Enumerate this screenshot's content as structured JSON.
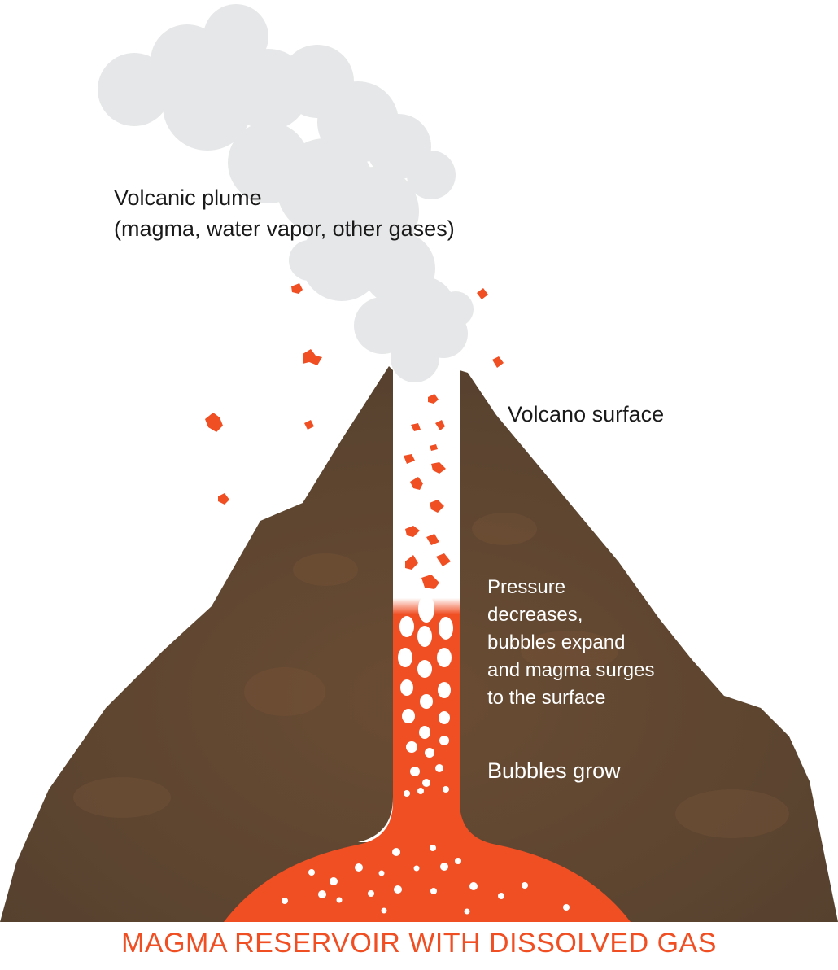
{
  "labels": {
    "plume_line1": "Volcanic plume",
    "plume_line2": "(magma, water vapor, other gases)",
    "surface": "Volcano surface",
    "pressure": [
      "Pressure",
      "decreases,",
      "bubbles expand",
      "and magma surges",
      "to the surface"
    ],
    "bubbles_grow": "Bubbles grow",
    "reservoir": "MAGMA RESERVOIR WITH DISSOLVED GAS"
  },
  "colors": {
    "magma": "#f04e23",
    "rock": "#5e4430",
    "plume": "#e6e7e8",
    "text": "#1a1a1a"
  }
}
